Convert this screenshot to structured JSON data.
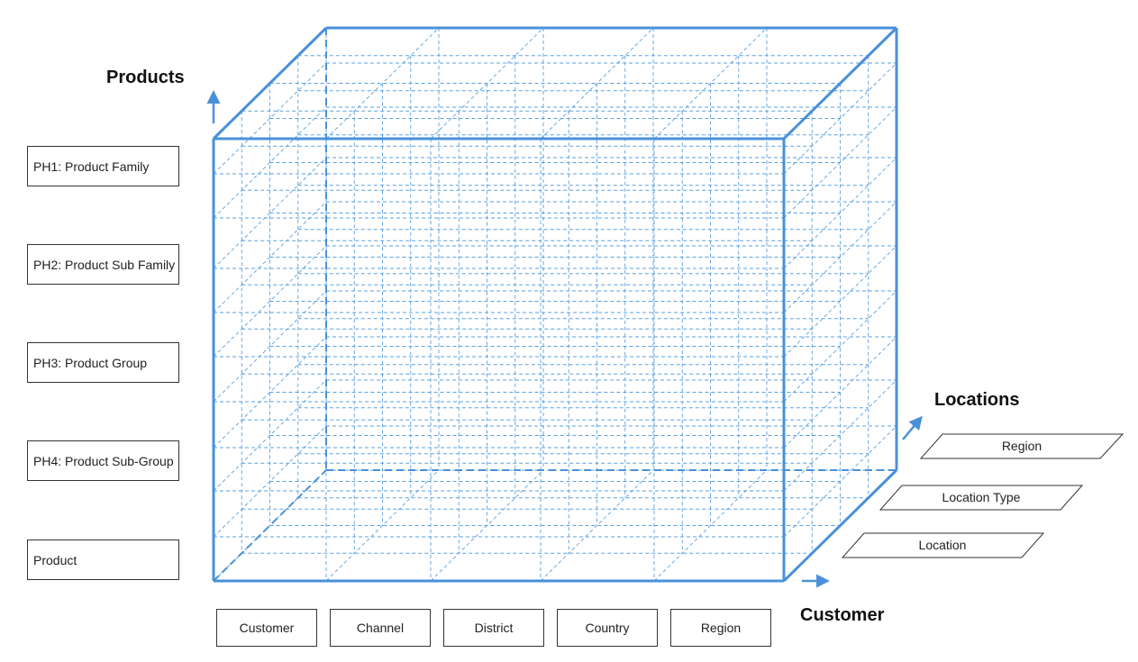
{
  "titles": {
    "products": "Products",
    "locations": "Locations",
    "customer": "Customer"
  },
  "products": [
    "PH1: Product Family",
    "PH2: Product Sub Family",
    "PH3: Product Group",
    "PH4: Product Sub-Group",
    "Product"
  ],
  "customer": [
    "Customer",
    "Channel",
    "District",
    "Country",
    "Region"
  ],
  "locations": [
    "Region",
    "Location Type",
    "Location"
  ],
  "colors": {
    "cube": "#4a90d9",
    "grid": "#5aa0e0",
    "text": "#222222",
    "border": "#333333"
  }
}
